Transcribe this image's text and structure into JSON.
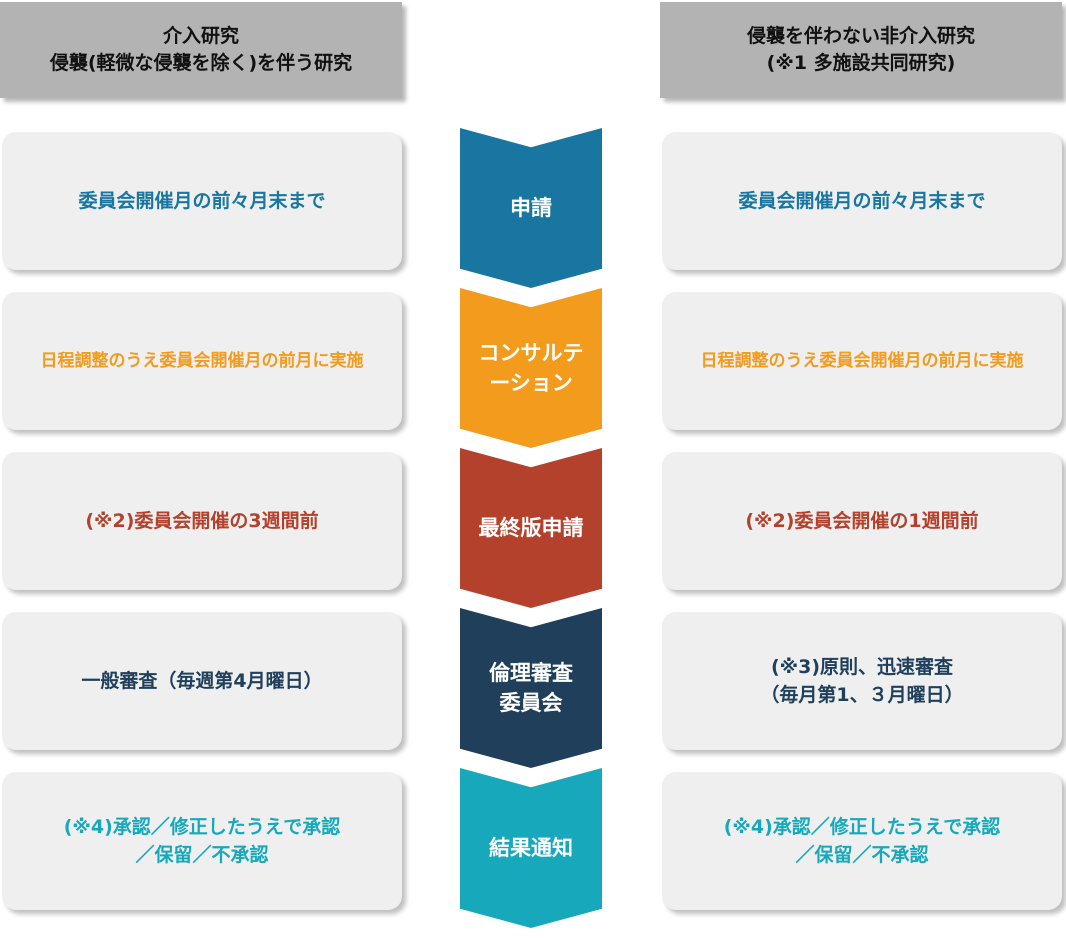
{
  "headers": {
    "left": {
      "line1": "介入研究",
      "line2": "侵襲(軽微な侵襲を除く)を伴う研究"
    },
    "right": {
      "line1": "侵襲を伴わない非介入研究",
      "line2": "(※1 多施設共同研究)"
    }
  },
  "steps": [
    {
      "label": [
        "申請"
      ],
      "color": "#1876a0",
      "text_color": "#1876a0",
      "left": [
        "委員会開催月の前々月末まで"
      ],
      "right": [
        "委員会開催月の前々月末まで"
      ]
    },
    {
      "label": [
        "コンサルテ",
        "ーション"
      ],
      "color": "#f29b1d",
      "text_color": "#f29b1d",
      "left": [
        "日程調整のうえ委員会開催月の前月に実施"
      ],
      "right": [
        "日程調整のうえ委員会開催月の前月に実施"
      ]
    },
    {
      "label": [
        "最終版申請"
      ],
      "color": "#b4412c",
      "text_color": "#b4412c",
      "left": [
        "(※2)委員会開催の3週間前"
      ],
      "right": [
        "(※2)委員会開催の1週間前"
      ]
    },
    {
      "label": [
        "倫理審査",
        "委員会"
      ],
      "color": "#1f3f5a",
      "text_color": "#1f3f5a",
      "left": [
        "一般審査（毎週第4月曜日）"
      ],
      "right": [
        "(※3)原則、迅速審査",
        "（毎月第1、３月曜日）"
      ]
    },
    {
      "label": [
        "結果通知"
      ],
      "color": "#17a9bb",
      "text_color": "#17a9bb",
      "left": [
        "(※4)承認／修正したうえで承認",
        "／保留／不承認"
      ],
      "right": [
        "(※4)承認／修正したうえで承認",
        "／保留／不承認"
      ]
    }
  ]
}
